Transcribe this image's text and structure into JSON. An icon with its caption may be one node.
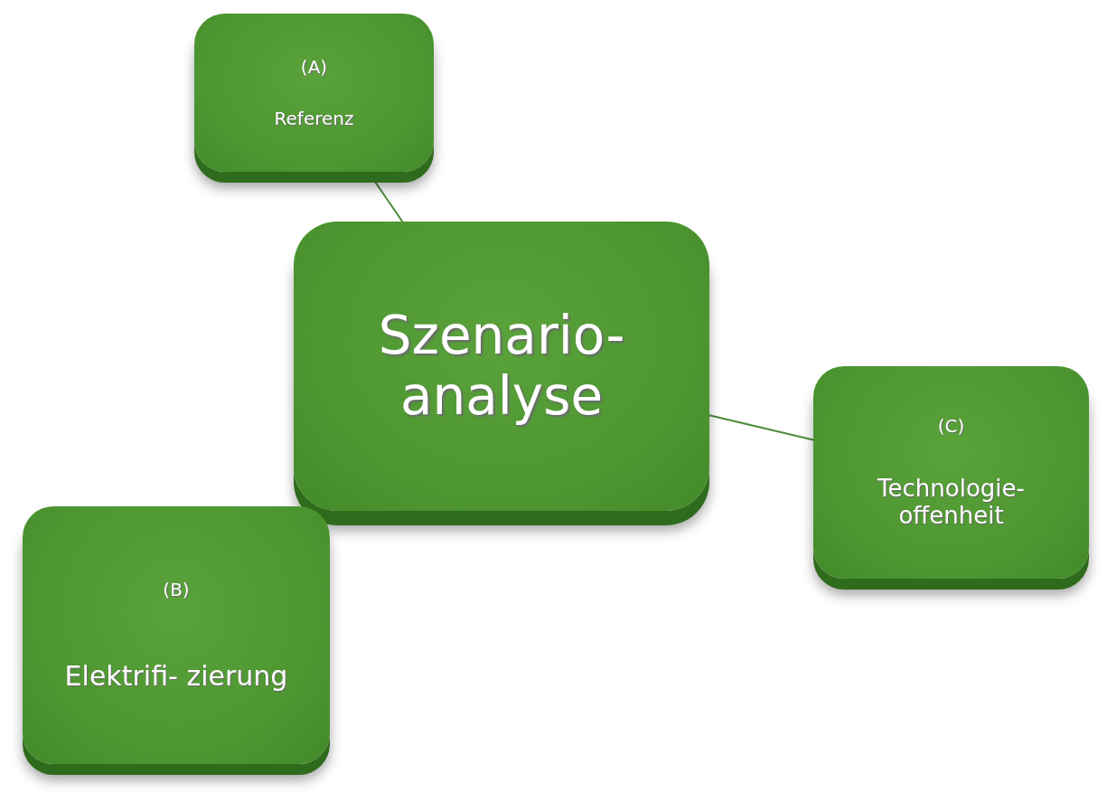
{
  "diagram": {
    "nodes": [
      {
        "text": [
          "Szenario- analyse"
        ]
      },
      {
        "text": [
          "(A)",
          "Referenz"
        ]
      },
      {
        "text": [
          "(B)",
          "Elektrifi- zierung"
        ]
      },
      {
        "text": [
          "(C)",
          "Technologie- offenheit"
        ]
      }
    ],
    "edges": [
      {
        "from": 0,
        "to": 1,
        "arrow": "none"
      },
      {
        "from": 0,
        "to": 2,
        "arrow": "none"
      },
      {
        "from": 0,
        "to": 3,
        "arrow": "none"
      }
    ]
  }
}
